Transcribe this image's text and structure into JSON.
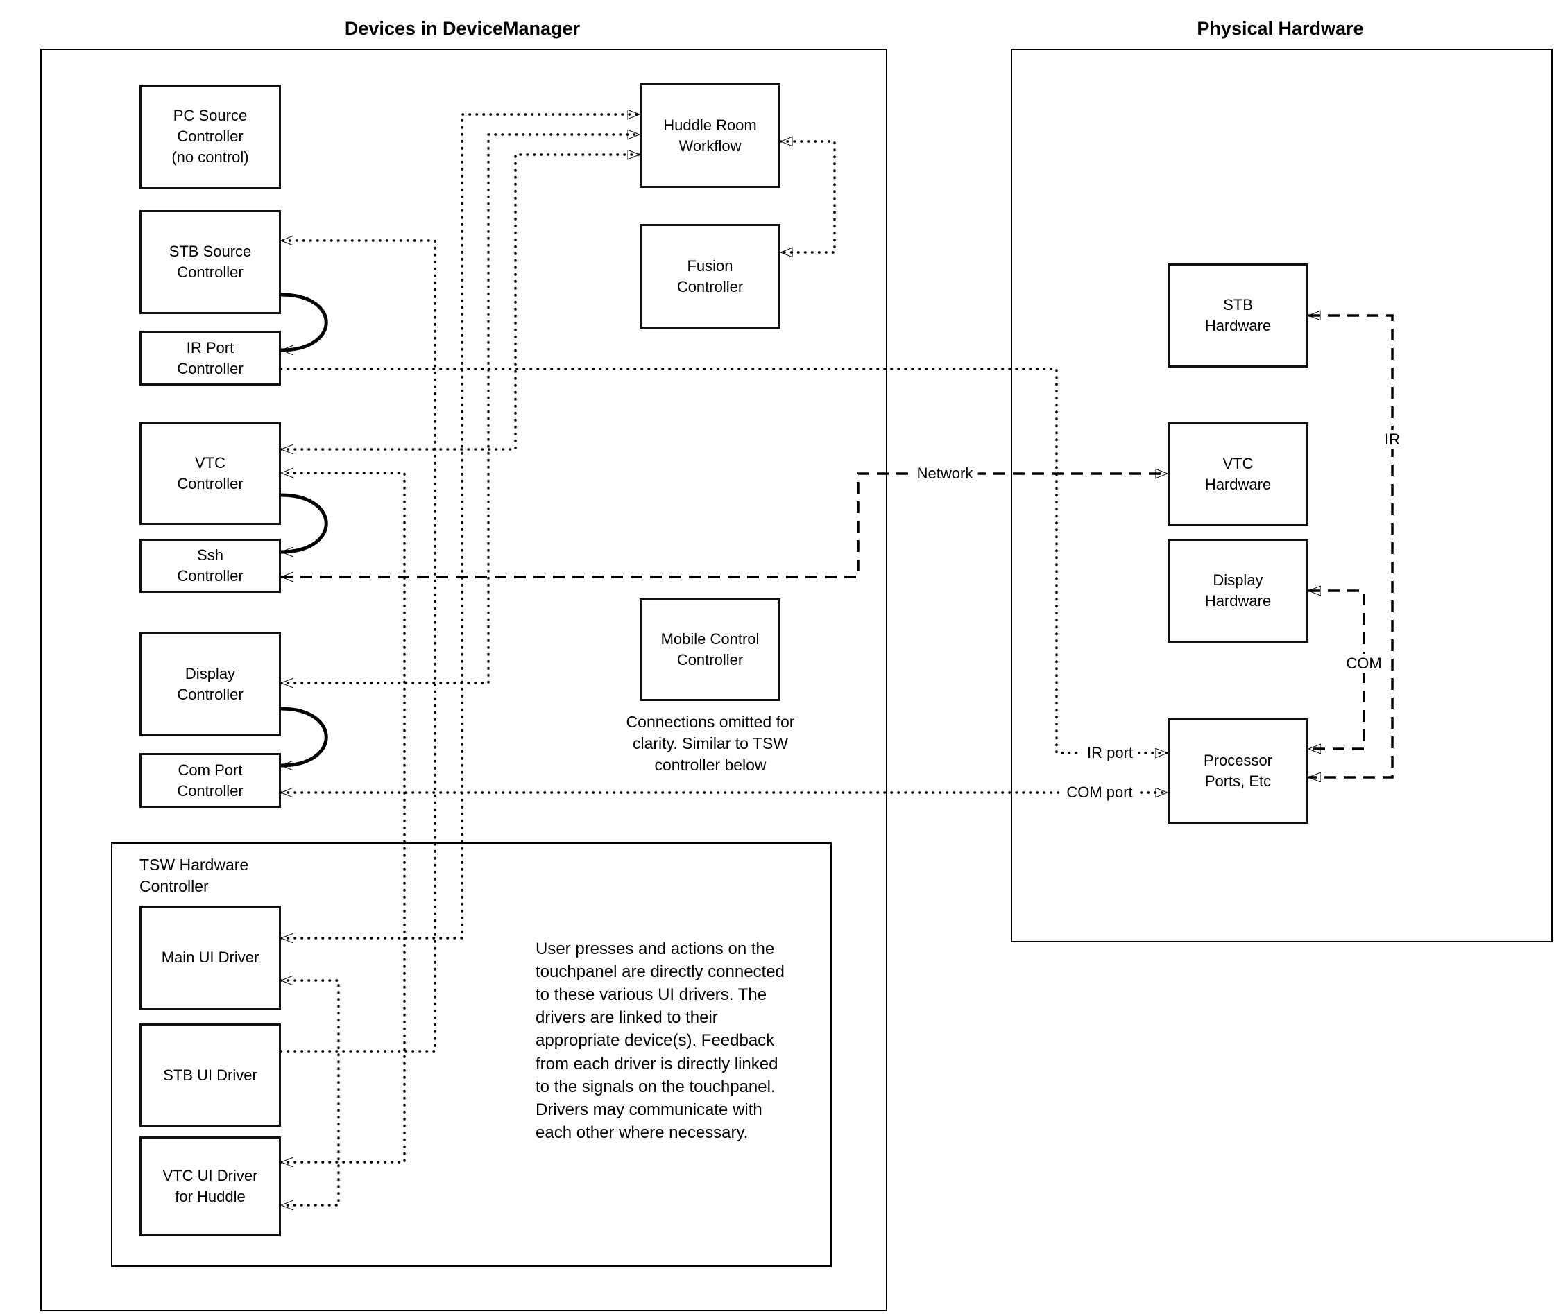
{
  "diagram": {
    "titles": {
      "device_manager": "Devices in DeviceManager",
      "physical_hardware": "Physical Hardware"
    },
    "device_manager": {
      "pc_source": "PC Source\nController\n(no control)",
      "stb_source": "STB Source\nController",
      "ir_port": "IR Port\nController",
      "vtc": "VTC\nController",
      "ssh": "Ssh\nController",
      "display": "Display\nController",
      "com_port": "Com Port\nController",
      "huddle_room": "Huddle Room\nWorkflow",
      "fusion": "Fusion\nController",
      "mobile": "Mobile Control\nController",
      "mobile_note": "Connections omitted for\nclarity. Similar to TSW\ncontroller below",
      "tsw_label": "TSW Hardware\nController",
      "main_ui": "Main UI Driver",
      "stb_ui": "STB UI Driver",
      "vtc_ui": "VTC UI Driver\nfor Huddle",
      "tsw_note": "User presses and actions on the touchpanel are directly connected to these various UI drivers. The drivers are linked to their appropriate device(s). Feedback from each driver is directly linked to the signals on the touchpanel. Drivers may communicate with each other where necessary."
    },
    "physical_hardware": {
      "stb_hw": "STB\nHardware",
      "vtc_hw": "VTC\nHardware",
      "display_hw": "Display\nHardware",
      "processor": "Processor\nPorts, Etc"
    },
    "line_labels": {
      "network": "Network",
      "ir": "IR",
      "com": "COM",
      "ir_port": "IR port",
      "com_port": "COM port"
    }
  }
}
